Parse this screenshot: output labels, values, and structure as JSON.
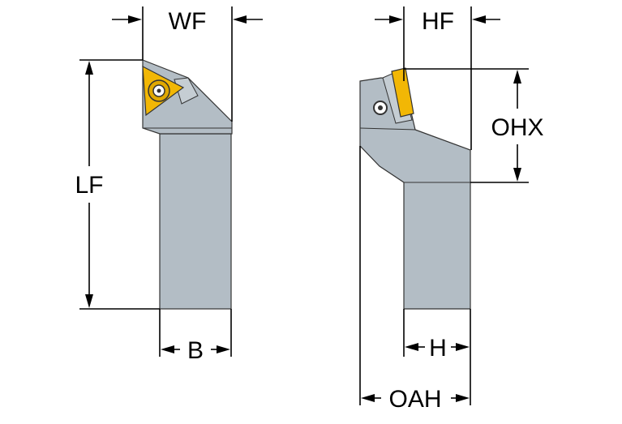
{
  "labels": {
    "wf": "WF",
    "hf": "HF",
    "lf": "LF",
    "b": "B",
    "ohx": "OHX",
    "h": "H",
    "oah": "OAH"
  },
  "colors": {
    "shank_body": "#b3bdc5",
    "shank_edge": "#333333",
    "insert": "#f2b705",
    "insert_dark": "#8a6a00",
    "screw": "#2a2a2a",
    "dimension_lines": "#000000",
    "background": "#ffffff"
  }
}
